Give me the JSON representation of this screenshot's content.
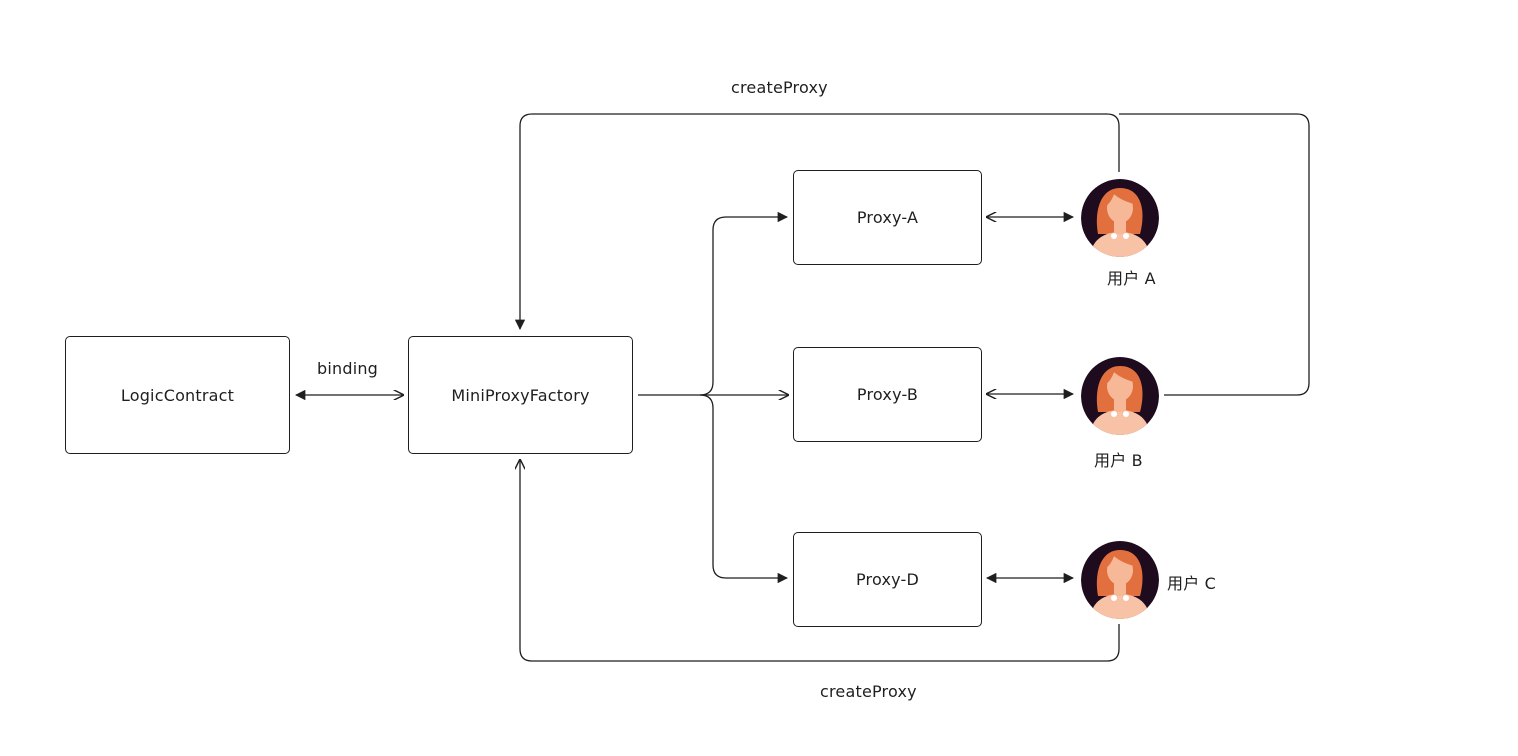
{
  "nodes": {
    "logic_contract": "LogicContract",
    "factory": "MiniProxyFactory",
    "proxy_a": "Proxy-A",
    "proxy_b": "Proxy-B",
    "proxy_d": "Proxy-D"
  },
  "users": {
    "a": "用户 A",
    "b": "用户 B",
    "c": "用户 C"
  },
  "edge_labels": {
    "binding": "binding",
    "create_proxy_top": "createProxy",
    "create_proxy_bottom": "createProxy"
  },
  "icons": {
    "user_avatar": "user-avatar-icon"
  },
  "colors": {
    "line": "#1f1f1f",
    "avatar_bg": "#1e0b1e",
    "hair": "#e2703f",
    "skin": "#f6b896",
    "shirt": "#f7c2a6"
  }
}
